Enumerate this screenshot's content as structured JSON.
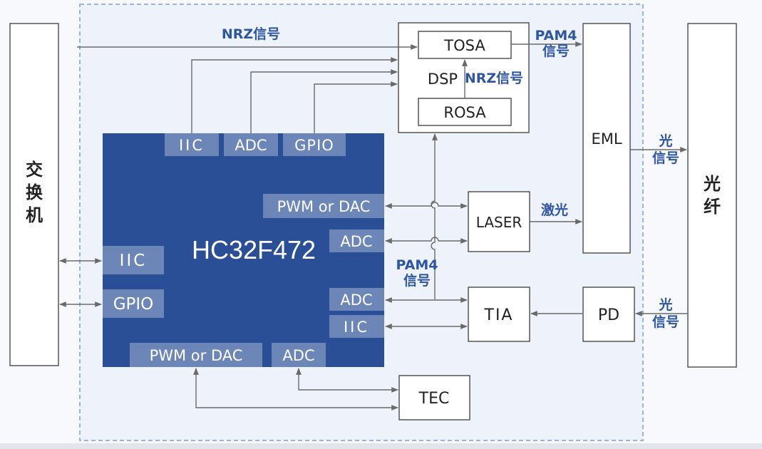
{
  "colors": {
    "chip": "#2b4f96",
    "pin": "#6d86b8",
    "boxStroke": "#555555",
    "line": "#6a6a6a",
    "blueText": "#2f56a0",
    "dashed": "#9eb3d6"
  },
  "switch": {
    "label": "交\n换\n机"
  },
  "fiber": {
    "label": "光\n纤"
  },
  "mcu": {
    "name": "HC32F472",
    "pins": {
      "iic_top": "IIC",
      "adc_top": "ADC",
      "gpio_top": "GPIO",
      "pwm_dac_right": "PWM or DAC",
      "adc_right_1": "ADC",
      "iic_left": "IIC",
      "gpio_left": "GPIO",
      "adc_right_2": "ADC",
      "iic_right": "IIC",
      "pwm_dac_bottom": "PWM or DAC",
      "adc_bottom": "ADC"
    }
  },
  "dsp": {
    "label": "DSP",
    "tosa": "TOSA",
    "rosa": "ROSA"
  },
  "blocks": {
    "eml": "EML",
    "laser": "LASER",
    "tia": "TIA",
    "pd": "PD",
    "tec": "TEC"
  },
  "signals": {
    "nrz_top": "NRZ信号",
    "nrz_dsp": "NRZ信号",
    "pam4_tosa": "PAM4\n信号",
    "pam4_mid": "PAM4\n信号",
    "optical_out": "光\n信号",
    "optical_in": "光\n信号",
    "laser_light": "激光"
  }
}
